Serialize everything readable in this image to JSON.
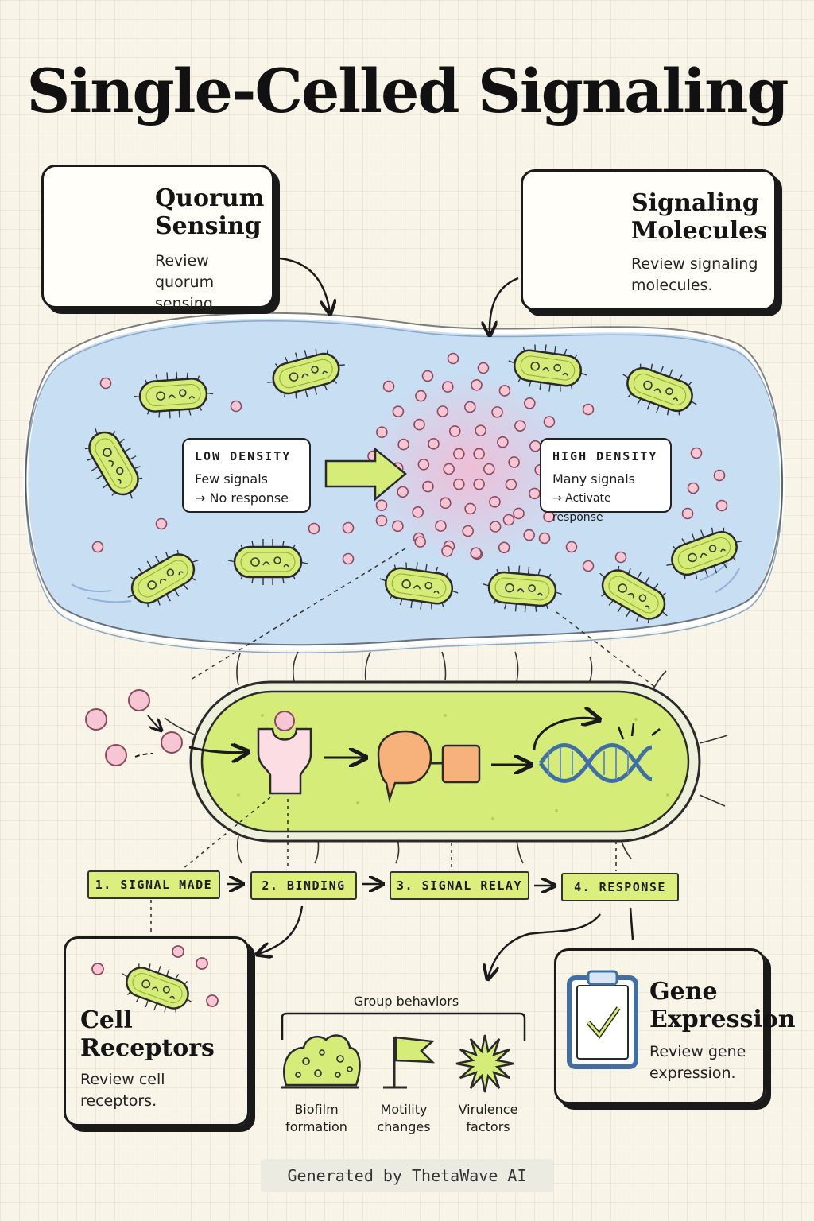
{
  "title": "Single-Celled Signaling",
  "cards": {
    "quorum": {
      "title_line1": "Quorum",
      "title_line2": "Sensing",
      "desc_line1": "Review quorum",
      "desc_line2": "sensing.",
      "icon": "book-icon"
    },
    "molecules": {
      "title_line1": "Signaling",
      "title_line2": "Molecules",
      "desc_line1": "Review signaling",
      "desc_line2": "molecules.",
      "icon": "cycle-arrows-icon"
    },
    "receptors": {
      "title_line1": "Cell",
      "title_line2": "Receptors",
      "desc_line1": "Review cell",
      "desc_line2": "receptors.",
      "icon": "bacterium-icon"
    },
    "gene": {
      "title_line1": "Gene",
      "title_line2": "Expression",
      "desc_line1": "Review gene",
      "desc_line2": "expression.",
      "icon": "clipboard-check-icon"
    }
  },
  "density": {
    "low": {
      "heading": "LOW DENSITY",
      "line1": "Few signals",
      "line2": "→ No response"
    },
    "high": {
      "heading": "HIGH DENSITY",
      "line1": "Many signals",
      "line2": "→ Activate response"
    }
  },
  "steps": [
    "1. SIGNAL MADE",
    "2. BINDING",
    "3. SIGNAL RELAY",
    "4. RESPONSE"
  ],
  "group_behaviors": {
    "heading": "Group behaviors",
    "items": [
      {
        "line1": "Biofilm",
        "line2": "formation",
        "icon": "biofilm-icon"
      },
      {
        "line1": "Motility",
        "line2": "changes",
        "icon": "flag-icon"
      },
      {
        "line1": "Virulence",
        "line2": "factors",
        "icon": "starburst-icon"
      }
    ]
  },
  "footer": "Generated by ThetaWave AI",
  "colors": {
    "water": "#c8def3",
    "cell_green": "#d6ec79",
    "signal_pink": "#f7c6d4",
    "relay_orange": "#f6b27a",
    "dna_blue": "#3f6fa5"
  }
}
